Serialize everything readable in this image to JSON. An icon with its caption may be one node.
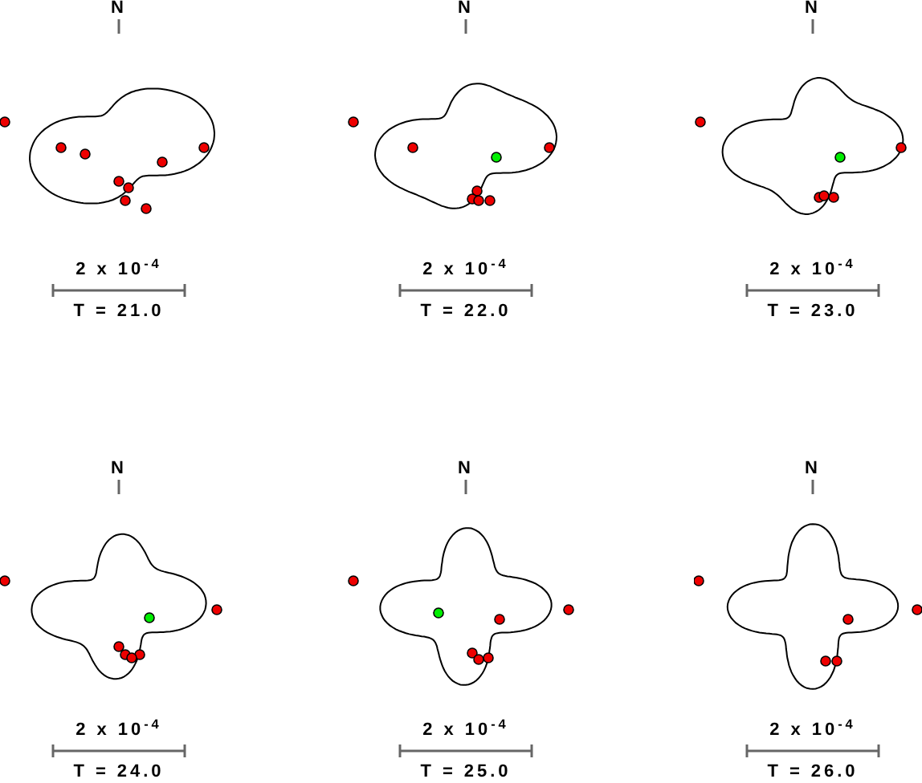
{
  "diagram": {
    "labels": [
      "N",
      "N",
      "N",
      "2 x 10$^{-4}$",
      "2 x 10$^{-4}$",
      "2 x 10$^{-4}$",
      "T = 21.0",
      "T = 22.0",
      "T = 23.0",
      "N",
      "N",
      "N",
      "2 x 10$^{-4}$",
      "2 x 10$^{-4}$",
      "2 x 10$^{-4}$",
      "T = 24.0",
      "T = 25.0",
      "T = 26.0"
    ]
  }
}
